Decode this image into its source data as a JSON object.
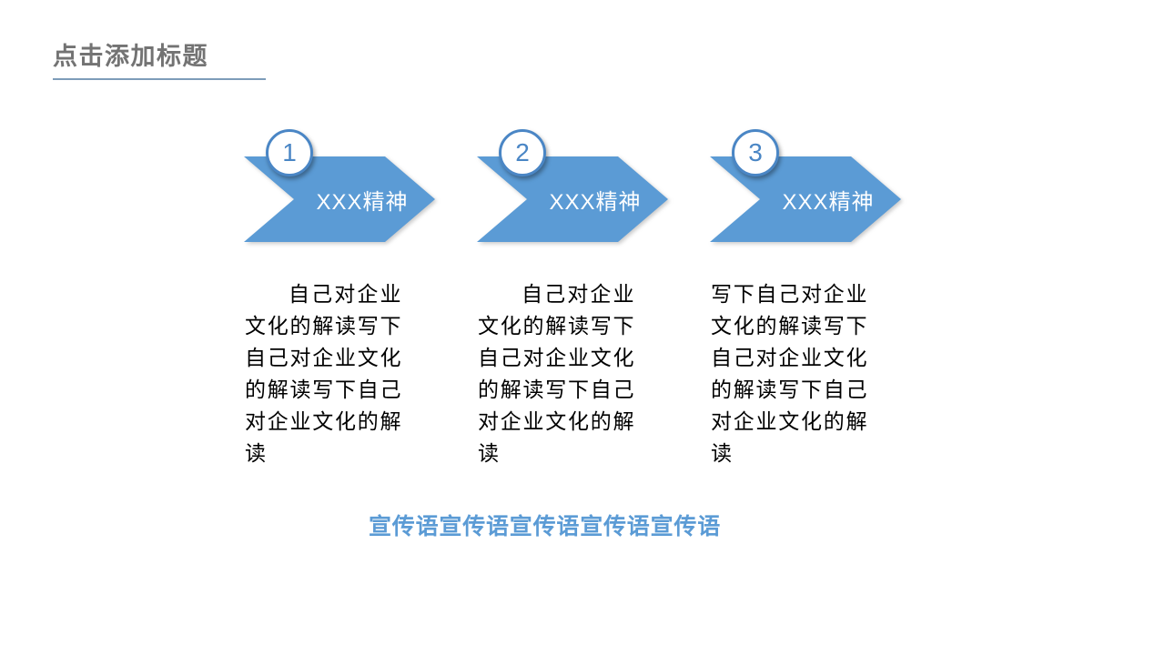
{
  "slide": {
    "title": "点击添加标题",
    "slogan": "宣传语宣传语宣传语宣传语宣传语",
    "steps": [
      {
        "number": "1",
        "label": "XXX精神",
        "description": "自己对企业文化的解读写下自己对企业文化的解读写下自己对企业文化的解读"
      },
      {
        "number": "2",
        "label": "XXX精神",
        "description": "自己对企业文化的解读写下自己对企业文化的解读写下自己对企业文化的解读"
      },
      {
        "number": "3",
        "label": "XXX精神",
        "description": "写下自己对企业文化的解读写下自己对企业文化的解读写下自己对企业文化的解读"
      }
    ],
    "colors": {
      "arrow_fill": "#5b9bd5",
      "circle_ring": "#4a86c5",
      "number_text": "#4a86c5",
      "step_label_text": "#ffffff",
      "title_text": "#737373",
      "title_underline": "#7d9cb9",
      "slogan_text": "#5b9bd5",
      "body_text": "#000000",
      "background": "#ffffff"
    }
  }
}
